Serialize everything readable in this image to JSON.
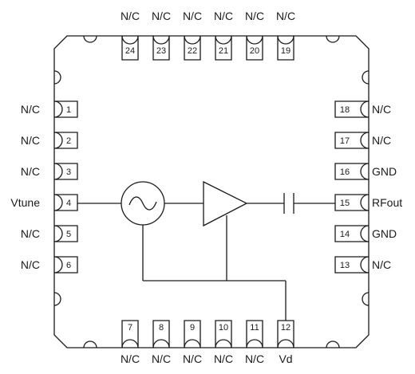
{
  "pins": {
    "top": [
      {
        "num": "24",
        "label": "N/C"
      },
      {
        "num": "23",
        "label": "N/C"
      },
      {
        "num": "22",
        "label": "N/C"
      },
      {
        "num": "21",
        "label": "N/C"
      },
      {
        "num": "20",
        "label": "N/C"
      },
      {
        "num": "19",
        "label": "N/C"
      }
    ],
    "left": [
      {
        "num": "1",
        "label": "N/C"
      },
      {
        "num": "2",
        "label": "N/C"
      },
      {
        "num": "3",
        "label": "N/C"
      },
      {
        "num": "4",
        "label": "Vtune"
      },
      {
        "num": "5",
        "label": "N/C"
      },
      {
        "num": "6",
        "label": "N/C"
      }
    ],
    "right": [
      {
        "num": "18",
        "label": "N/C"
      },
      {
        "num": "17",
        "label": "N/C"
      },
      {
        "num": "16",
        "label": "GND"
      },
      {
        "num": "15",
        "label": "RFout"
      },
      {
        "num": "14",
        "label": "GND"
      },
      {
        "num": "13",
        "label": "N/C"
      }
    ],
    "bottom": [
      {
        "num": "7",
        "label": "N/C"
      },
      {
        "num": "8",
        "label": "N/C"
      },
      {
        "num": "9",
        "label": "N/C"
      },
      {
        "num": "10",
        "label": "N/C"
      },
      {
        "num": "11",
        "label": "N/C"
      },
      {
        "num": "12",
        "label": "Vd"
      }
    ]
  },
  "components": {
    "oscillator": "oscillator-icon",
    "amplifier": "amplifier-icon",
    "capacitor": "capacitor-icon"
  }
}
